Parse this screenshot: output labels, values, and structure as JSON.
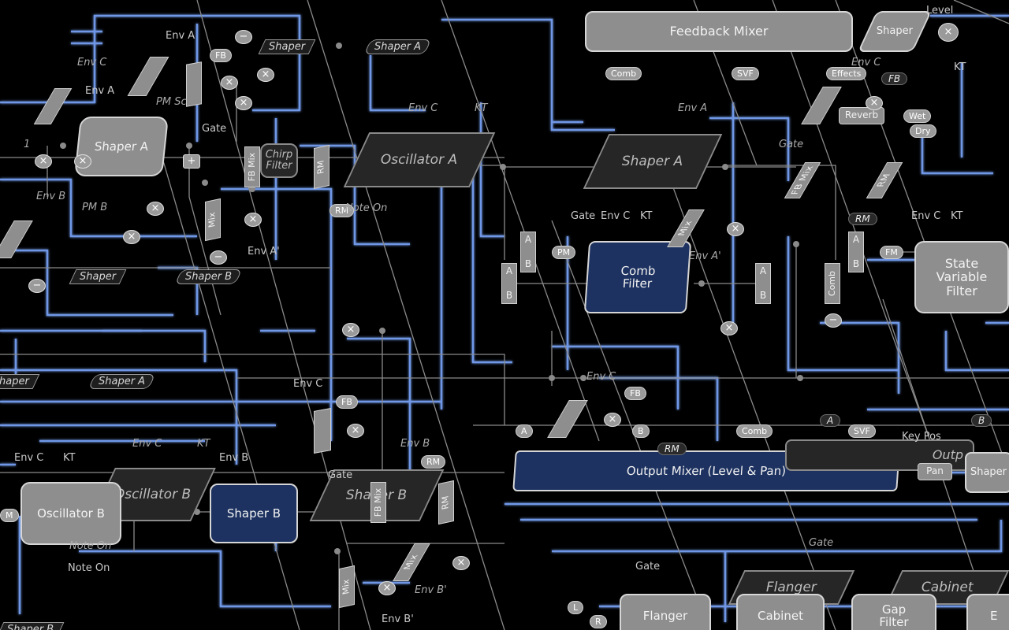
{
  "blocks": {
    "feedback_mixer": "Feedback Mixer",
    "shaper_top_right": "Shaper",
    "level": "Level",
    "kt_top": "KT",
    "shaper_a_left": "Shaper A",
    "oscillator_a": "Oscillator A",
    "shaper_a_mid": "Shaper A",
    "comb_filter": "Comb Filter",
    "state_variable_filter": "State Variable Filter",
    "oscillator_b": "Oscillator B",
    "oscillator_b_ghost": "Oscillator B",
    "shaper_b": "Shaper B",
    "shaper_b_ghost": "Shaper B",
    "output_mixer": "Output Mixer (Level & Pan)",
    "flanger": "Flanger",
    "flanger_ghost": "Flanger",
    "cabinet": "Cabinet",
    "cabinet_ghost": "Cabinet",
    "gap_filter": "Gap Filter",
    "chirp_filter": "Chirp Filter",
    "reverb": "Reverb",
    "pan": "Pan",
    "shaper_right_edge": "Shaper",
    "output_ghost": "Outp",
    "edge_e": "E"
  },
  "vertical_boxes": {
    "fb_mix_1": "FB Mix",
    "rm_1": "RM",
    "mix_1": "Mix",
    "fb_mix_2": "FB Mix",
    "rm_2": "RM",
    "mix_2": "Mix",
    "mix_3": "Mix",
    "fb_mix_3": "FB Mix",
    "rm_3": "RM",
    "comb_small": "Comb",
    "mix_4": "Mix"
  },
  "ab": {
    "a": "A",
    "b": "B"
  },
  "pills": {
    "comb_1": "Comb",
    "comb_2": "Comb",
    "svf_1": "SVF",
    "svf_2": "SVF",
    "effects": "Effects",
    "wet": "Wet",
    "dry": "Dry",
    "fb_1": "FB",
    "fb_2": "FB",
    "fb_3": "FB",
    "rm_p1": "RM",
    "rm_p2": "RM",
    "pm": "PM",
    "fm": "FM",
    "a_p": "A",
    "b_p": "B",
    "l_p": "L",
    "r_p": "R",
    "m_p": "M"
  },
  "labels": {
    "env_a": "Env A",
    "env_b": "Env B",
    "env_c": "Env C",
    "kt": "KT",
    "gate": "Gate",
    "note_on": "Note On",
    "env_a_prime": "Env A'",
    "env_b_prime": "Env B'",
    "pm_b": "PM B",
    "pm_sc": "PM Sc",
    "fb_dpill": "FB",
    "key_pos": "Key Pos",
    "rm_dpill": "RM",
    "rm_dpill_2": "RM",
    "a_dpill": "A",
    "b_dpill": "B",
    "one": "1"
  },
  "tags": {
    "shaper": "Shaper",
    "shaper_a": "Shaper A",
    "shaper_b": "Shaper B",
    "shaper_trunc": "haper",
    "shaper_corner": "Shaper B"
  },
  "ops": {
    "mul": "×",
    "sub": "−",
    "add": "+"
  },
  "colors": {
    "wire_blue": "#6f97e6",
    "wire_gray": "#8a8a8a",
    "block_gray": "#8e8e8e",
    "block_navy": "#1d3260"
  }
}
